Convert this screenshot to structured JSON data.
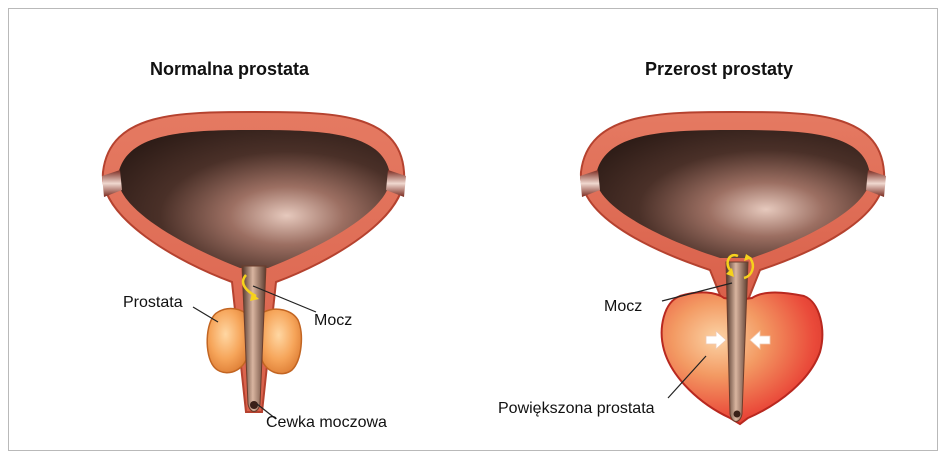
{
  "left_panel": {
    "title": "Normalna prostata",
    "labels": {
      "prostate": "Prostata",
      "urine": "Mocz",
      "urethra": "Cewka moczowa"
    }
  },
  "right_panel": {
    "title": "Przerost prostaty",
    "labels": {
      "urine": "Mocz",
      "enlarged_prostate": "Powiększona prostata"
    }
  },
  "colors": {
    "bladder_wall": "#e0705a",
    "bladder_wall_dark": "#a83a28",
    "bladder_interior": "#3a2620",
    "prostate_normal": "#f09a4a",
    "prostate_enlarged": "#e9463a",
    "urine_arrow": "#f6d21c",
    "compression_arrow": "#ffffff",
    "frame": "#b9b9b9"
  }
}
